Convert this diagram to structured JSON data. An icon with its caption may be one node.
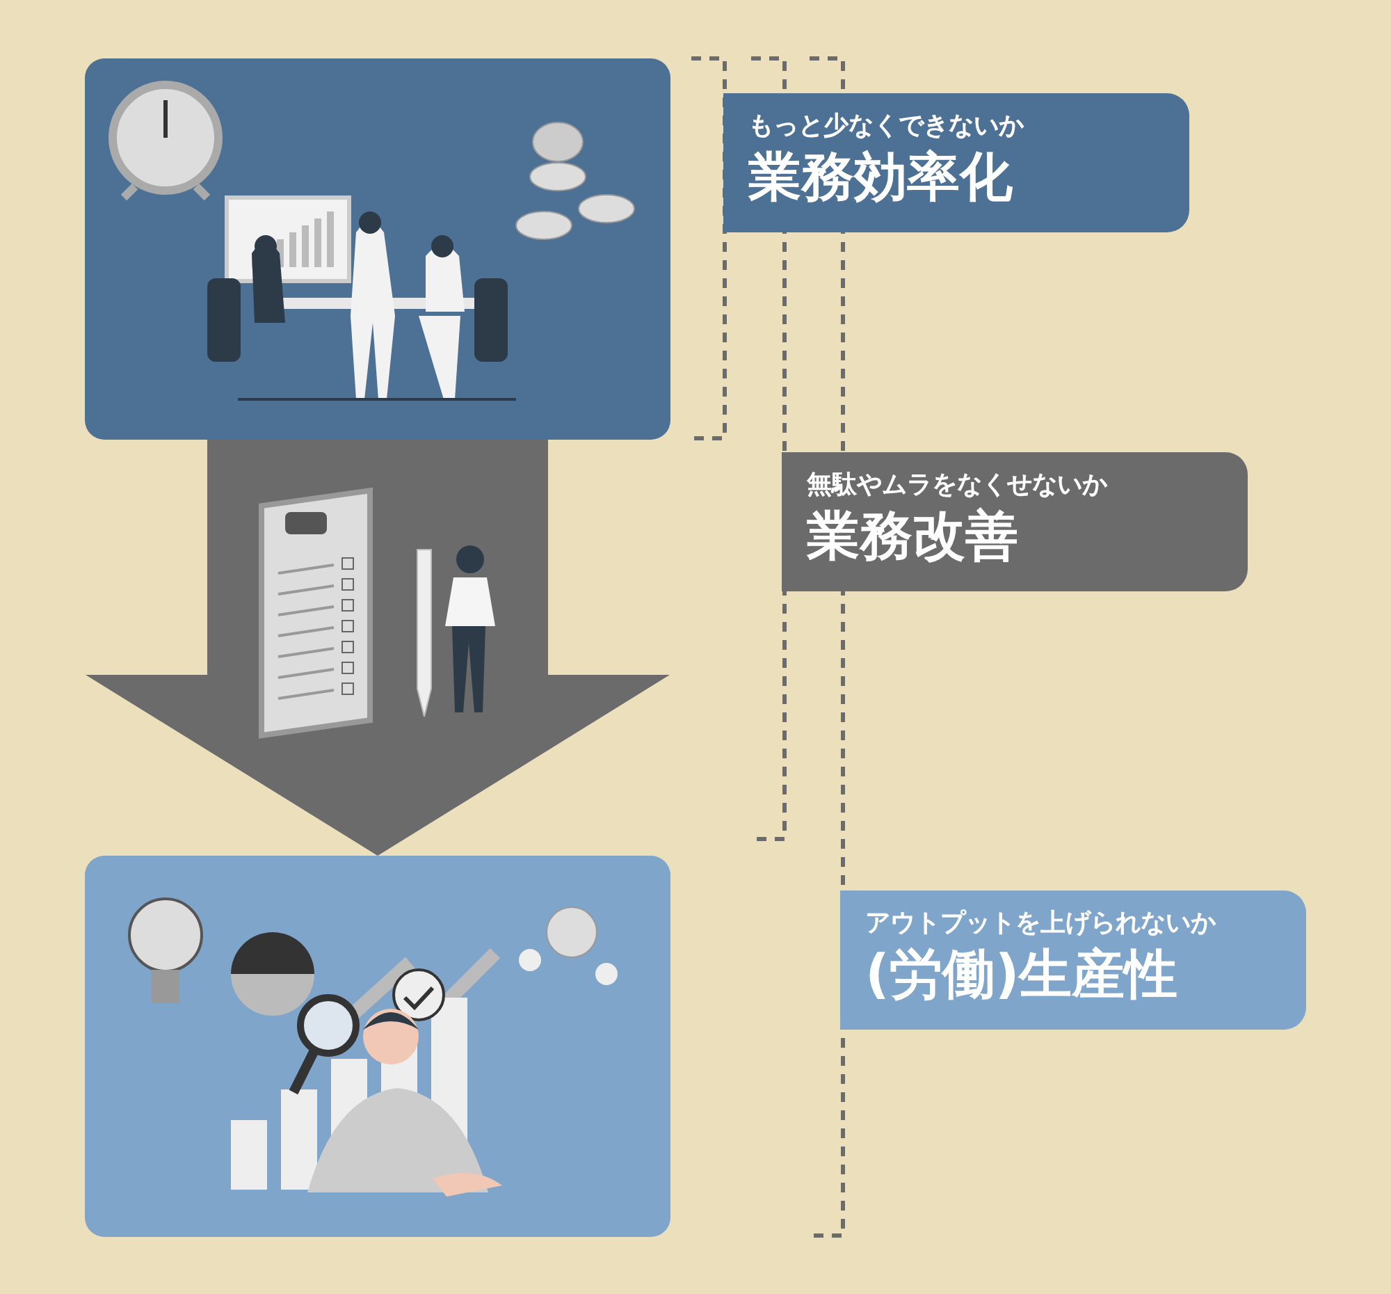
{
  "diagram": {
    "nodes": [
      {
        "text": [],
        "shape": "picture"
      },
      {
        "text": [
          "もっと少なくできないか",
          "業務効率化"
        ]
      },
      {
        "text": [
          "無駄やムラをなくせないか",
          "業務改善"
        ]
      },
      {
        "text": [],
        "shape": "picture"
      },
      {
        "text": [
          "アウトプットを上げられないか",
          "(労働)生産性"
        ]
      }
    ],
    "edges": [
      {
        "from": 0,
        "to": 3,
        "arrow": "to",
        "style": "thick"
      }
    ]
  }
}
